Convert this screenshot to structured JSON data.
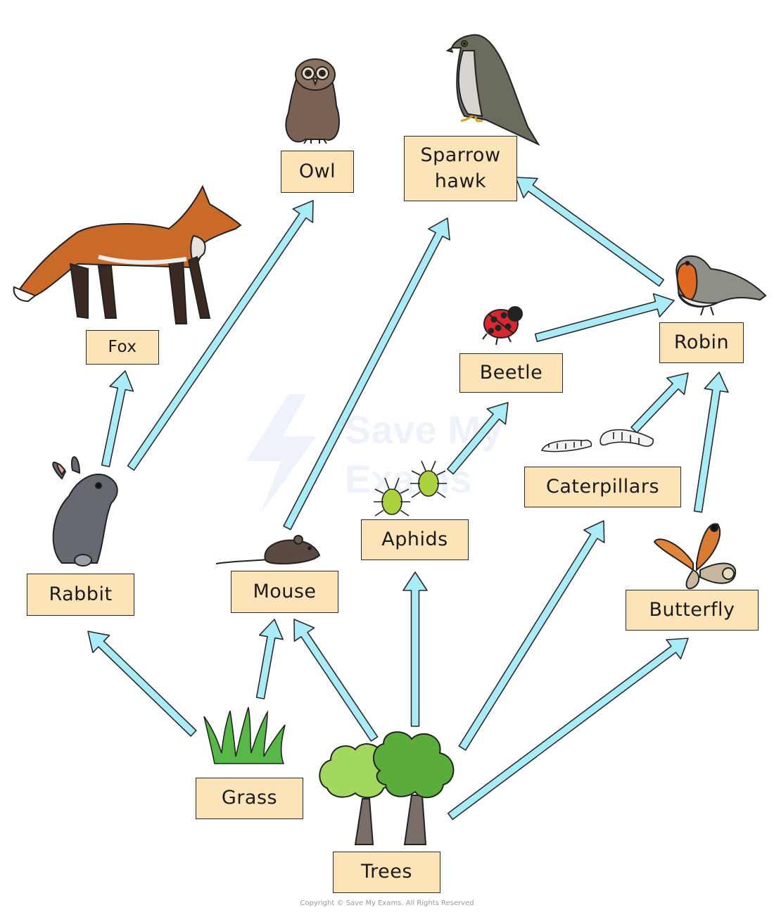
{
  "organisms": {
    "owl": "Owl",
    "sparrowhawk": "Sparrow\nhawk",
    "fox": "Fox",
    "beetle": "Beetle",
    "robin": "Robin",
    "caterpillars": "Caterpillars",
    "aphids": "Aphids",
    "rabbit": "Rabbit",
    "mouse": "Mouse",
    "butterfly": "Butterfly",
    "grass": "Grass",
    "trees": "Trees"
  },
  "watermark": {
    "line1": "Save My",
    "line2": "Exams"
  },
  "copyright": "Copyright © Save My Exams. All Rights Reserved",
  "colors": {
    "arrow": "#a9ecf7",
    "label_bg": "#fde4b8",
    "outline": "#2b2b2b"
  }
}
